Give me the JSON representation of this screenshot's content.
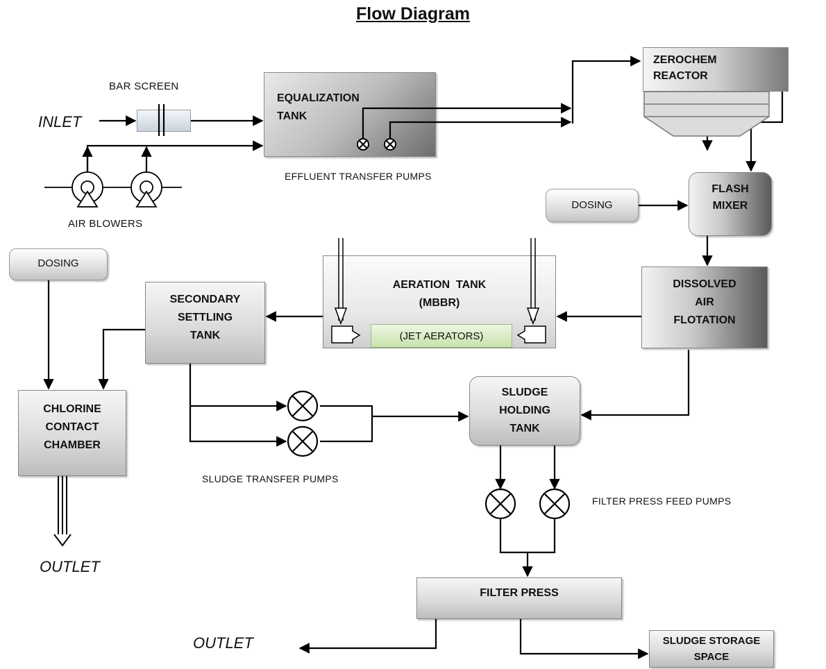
{
  "title": "Flow Diagram",
  "terminals": {
    "inlet": "INLET",
    "outlet_left": "OUTLET",
    "outlet_bottom": "OUTLET"
  },
  "equipment_labels": {
    "bar_screen": "BAR SCREEN",
    "air_blowers": "AIR  BLOWERS",
    "effluent_transfer_pumps": "EFFLUENT TRANSFER PUMPS",
    "sludge_transfer_pumps": "SLUDGE TRANSFER PUMPS",
    "filter_press_feed_pumps": "FILTER PRESS FEED PUMPS"
  },
  "units": {
    "equalization_tank": [
      "EQUALIZATION",
      "TANK"
    ],
    "zerochem_reactor": [
      "ZEROCHEM",
      "REACTOR"
    ],
    "flash_mixer": [
      "FLASH",
      "MIXER"
    ],
    "dosing_right": "DOSING",
    "dosing_left": "DOSING",
    "dissolved_air_flotation": [
      "DISSOLVED",
      "AIR",
      "FLOTATION"
    ],
    "aeration_tank": [
      "AERATION  TANK",
      "(MBBR)"
    ],
    "jet_aerators": "(JET AERATORS)",
    "secondary_settling_tank": [
      "SECONDARY",
      "SETTLING",
      "TANK"
    ],
    "chlorine_contact_chamber": [
      "CHLORINE",
      "CONTACT",
      "CHAMBER"
    ],
    "sludge_holding_tank": [
      "SLUDGE",
      "HOLDING",
      "TANK"
    ],
    "filter_press": "FILTER PRESS",
    "sludge_storage_space": [
      "SLUDGE STORAGE",
      "SPACE"
    ]
  },
  "colors": {
    "line": "#000000",
    "jet_aerators_fill": "#d4eac0",
    "box_border": "#888888"
  }
}
